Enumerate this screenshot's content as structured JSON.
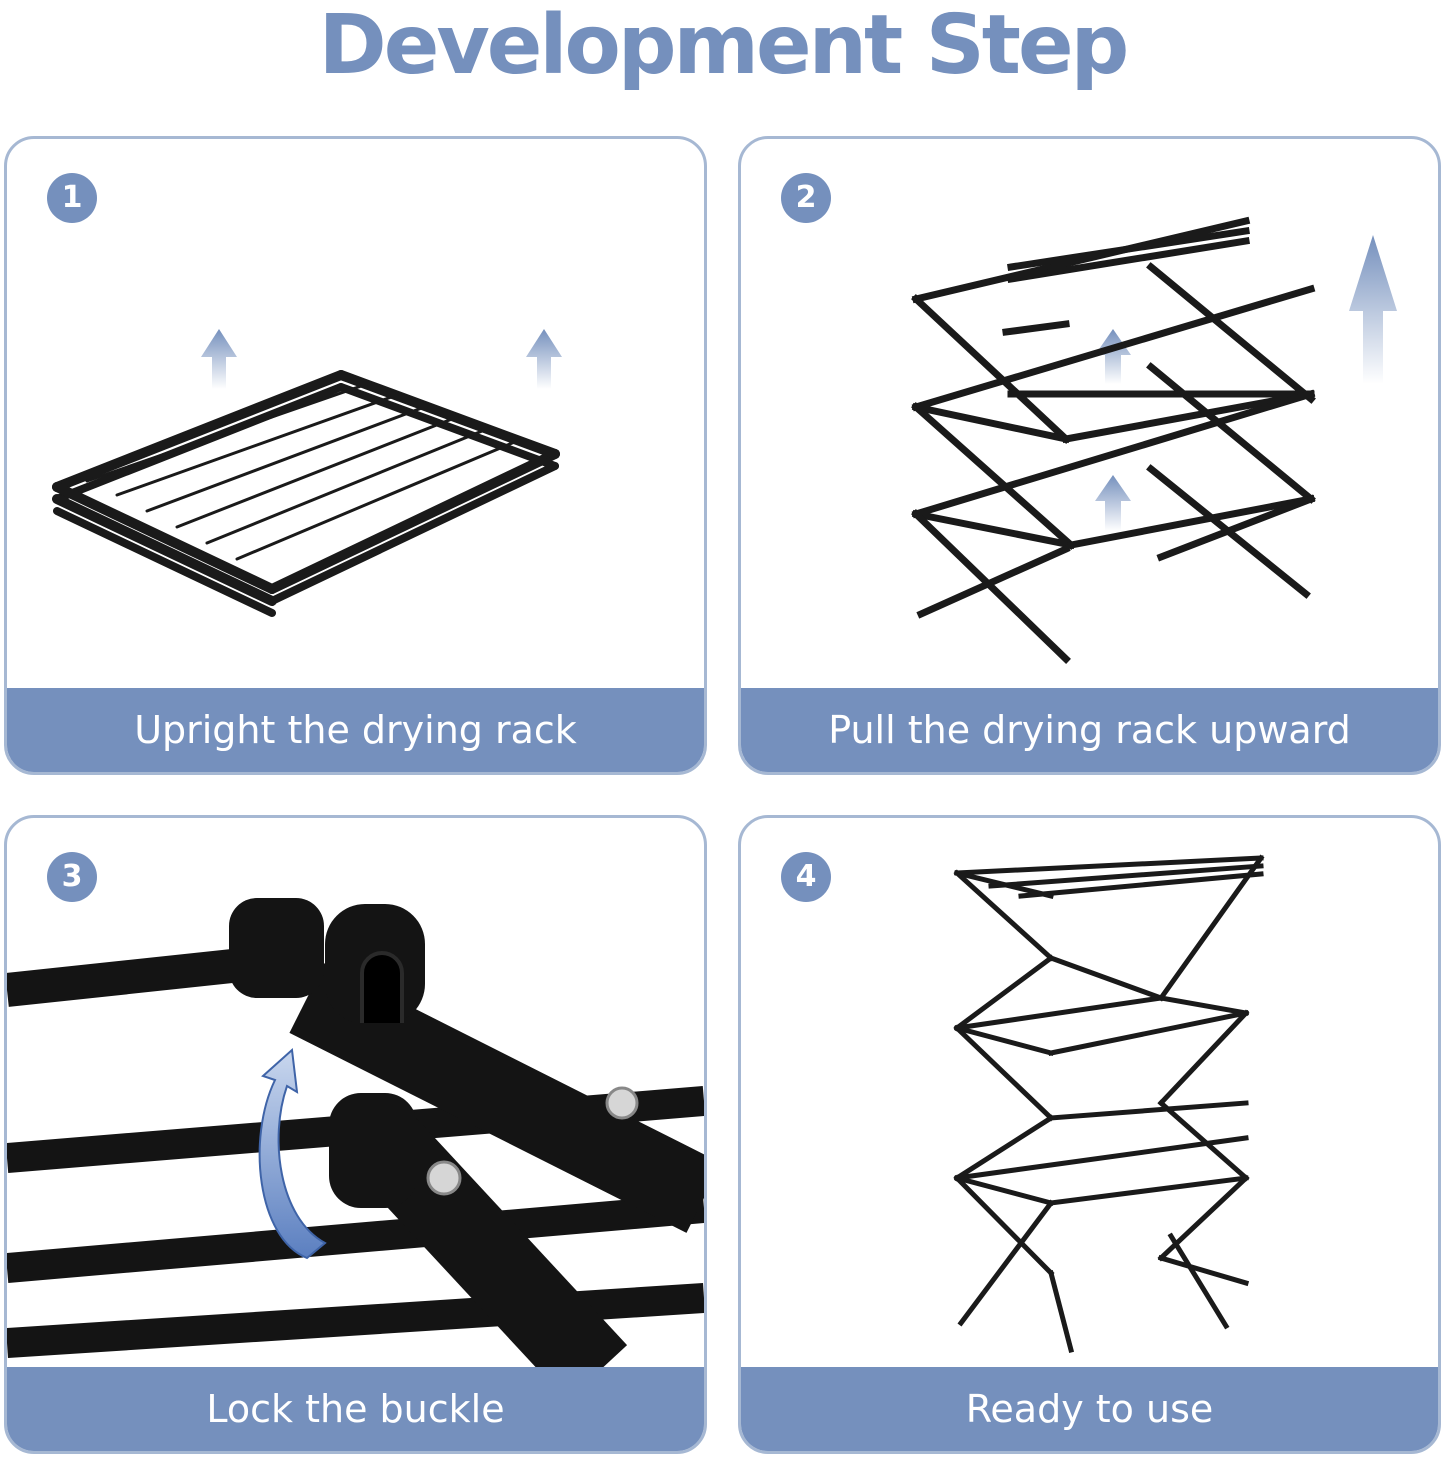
{
  "title": "Development Step",
  "steps": [
    {
      "number": "1",
      "caption": "Upright the drying rack",
      "illustration": "folded-rack-with-up-arrows"
    },
    {
      "number": "2",
      "caption": "Pull the drying rack upward",
      "illustration": "expanding-rack-with-up-arrows"
    },
    {
      "number": "3",
      "caption": "Lock the buckle",
      "illustration": "buckle-closeup-with-curved-arrow"
    },
    {
      "number": "4",
      "caption": "Ready to use",
      "illustration": "fully-expanded-rack"
    }
  ],
  "colors": {
    "accent": "#7590bd",
    "card_border": "#a6b8d3",
    "rack": "#1a1a1a",
    "arrow_light": "#8aa2cc"
  }
}
